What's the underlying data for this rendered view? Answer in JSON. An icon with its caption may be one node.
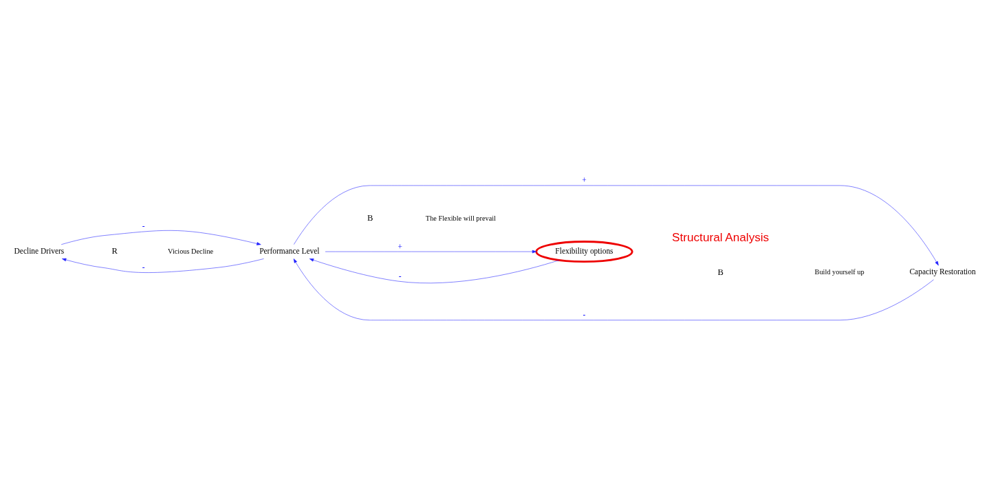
{
  "diagram": {
    "nodes": [
      {
        "text": [
          "Decline Drivers"
        ]
      },
      {
        "text": [
          "Performance Level"
        ]
      },
      {
        "text": [
          "Flexibility options"
        ]
      },
      {
        "text": [
          "Capacity Restoration"
        ]
      }
    ],
    "edges": [
      {
        "from": 1,
        "to": 0,
        "arrow": "to",
        "label": "-"
      },
      {
        "from": 0,
        "to": 1,
        "arrow": "to",
        "label": "-"
      },
      {
        "from": 3,
        "to": 1,
        "arrow": "to",
        "label": "-"
      },
      {
        "from": 2,
        "to": 1,
        "arrow": "to",
        "label": "-"
      },
      {
        "from": 1,
        "to": 2,
        "arrow": "to",
        "label": "+"
      },
      {
        "from": 1,
        "to": 3,
        "arrow": "to",
        "label": "+"
      }
    ],
    "labels": [
      "B",
      "Build yourself up",
      "R",
      "Vicious Decline",
      "B",
      "The Flexible will prevail",
      "Structural Analysis"
    ]
  }
}
